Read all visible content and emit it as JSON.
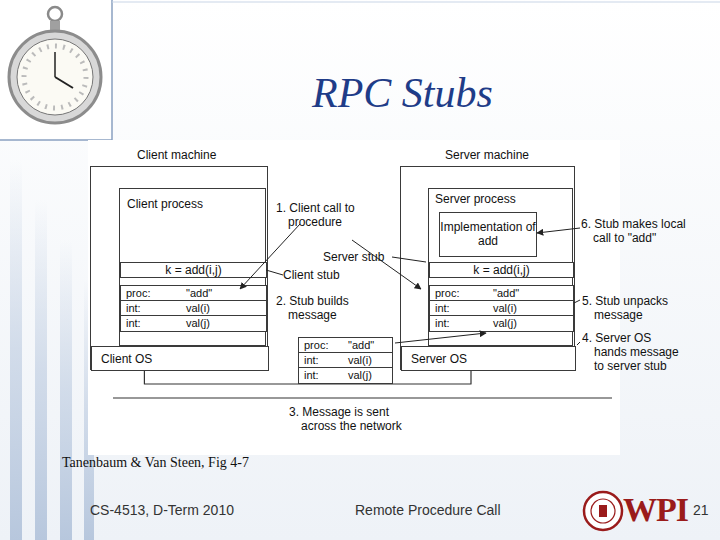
{
  "diagram": {
    "title": "RPC Stubs",
    "caption": "Tanenbaum & Van Steen, Fig 4-7",
    "nodes": [
      {
        "text": [
          "Client machine"
        ]
      },
      {
        "text": [
          "Client process"
        ],
        "in": 0
      },
      {
        "text": [
          "k = add(i,j)"
        ],
        "in": 1
      },
      {
        "text": [
          "proc:",
          "\"add\"",
          "int:",
          "val(i)",
          "int:",
          "val(j)"
        ],
        "in": 1
      },
      {
        "text": [
          "Client OS"
        ],
        "in": 0
      },
      {
        "text": [
          "Server machine"
        ]
      },
      {
        "text": [
          "Server process"
        ],
        "in": 5
      },
      {
        "text": [
          "Implementation of add"
        ],
        "in": 6
      },
      {
        "text": [
          "k = add(i,j)"
        ],
        "in": 6
      },
      {
        "text": [
          "proc:",
          "\"add\"",
          "int:",
          "val(i)",
          "int:",
          "val(j)"
        ],
        "in": 6
      },
      {
        "text": [
          "Server OS"
        ],
        "in": 5
      },
      {
        "text": [
          "proc:",
          "\"add\"",
          "int:",
          "val(i)",
          "int:",
          "val(j)"
        ]
      }
    ],
    "edges": [
      {
        "from": 4,
        "to": 10,
        "arrow": "none"
      }
    ],
    "labels": [
      "1. Client call to procedure",
      "Server stub",
      "Client stub",
      "2. Stub builds message",
      "3. Message is sent across the network",
      "6. Stub makes local call to \"add\"",
      "5. Stub unpacks message",
      "4. Server OS hands message to server stub",
      "CS-4513, D-Term 2010",
      "Remote Procedure Call",
      "21",
      "WPI"
    ]
  }
}
